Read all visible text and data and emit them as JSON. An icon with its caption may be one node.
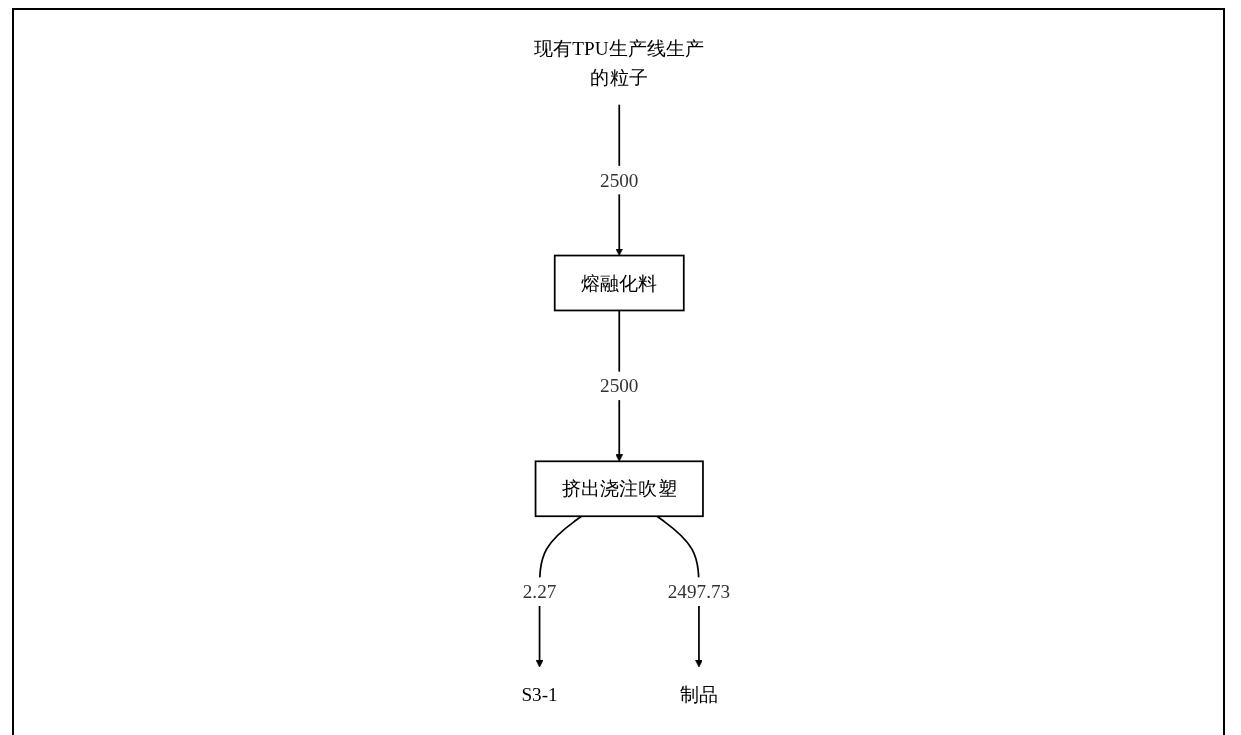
{
  "diagram": {
    "nodes": [
      {
        "text": [
          "现有TPU生产线生产的粒子"
        ]
      },
      {
        "text": [
          "熔融化料"
        ]
      },
      {
        "text": [
          "挤出浇注吹塑"
        ]
      },
      {
        "text": [
          "S3-1"
        ]
      },
      {
        "text": [
          "制品"
        ]
      }
    ],
    "edges": [
      {
        "from": 0,
        "to": 1,
        "arrow": "to",
        "label": "2500"
      },
      {
        "from": 1,
        "to": 2,
        "arrow": "to",
        "label": "2500"
      },
      {
        "from": 2,
        "to": 3,
        "arrow": "to",
        "label": "2.27"
      },
      {
        "from": 2,
        "to": 4,
        "arrow": "to",
        "label": "2497.73"
      }
    ]
  }
}
